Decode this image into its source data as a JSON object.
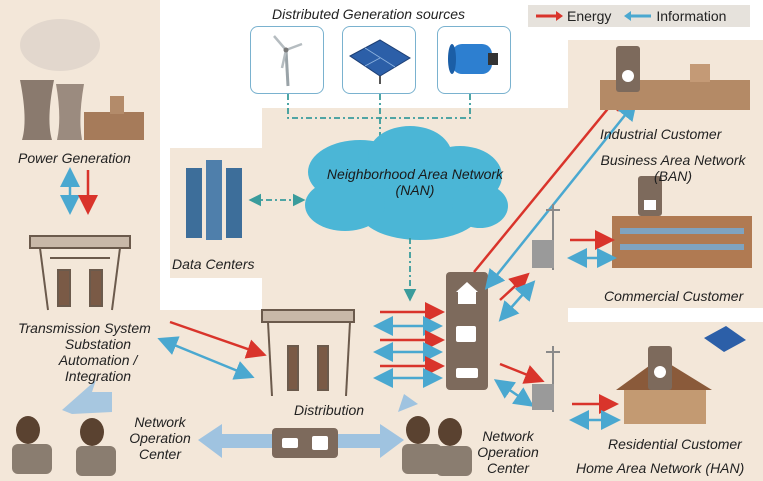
{
  "title": "Distributed Generation sources",
  "legend": [
    {
      "label": "Energy",
      "color": "#d9342b"
    },
    {
      "label": "Information",
      "color": "#4aa8d0"
    }
  ],
  "dg_sources": [
    "wind-turbine-icon",
    "solar-panel-icon",
    "battery-icon"
  ],
  "labels": {
    "power_generation": "Power Generation",
    "transmission_system": "Transmission System",
    "substation_line1": "Substation",
    "substation_line2": "Automation /",
    "substation_line3": "Integration",
    "data_centers": "Data Centers",
    "nan_line1": "Neighborhood Area Network",
    "nan_line2": "(NAN)",
    "distribution": "Distribution",
    "noc_left_line1": "Network",
    "noc_left_line2": "Operation",
    "noc_left_line3": "Center",
    "noc_right_line1": "Network",
    "noc_right_line2": "Operation",
    "noc_right_line3": "Center",
    "industrial_customer": "Industrial Customer",
    "ban_line1": "Business Area Network",
    "ban_line2": "(BAN)",
    "commercial_customer": "Commercial Customer",
    "residential_customer": "Residential Customer",
    "han": "Home Area Network (HAN)"
  },
  "colors": {
    "energy": "#d9342b",
    "information": "#4aa8d0",
    "cloud": "#4bb6d6",
    "panel": "#f3e7d9",
    "device": "#7d6a5c"
  }
}
